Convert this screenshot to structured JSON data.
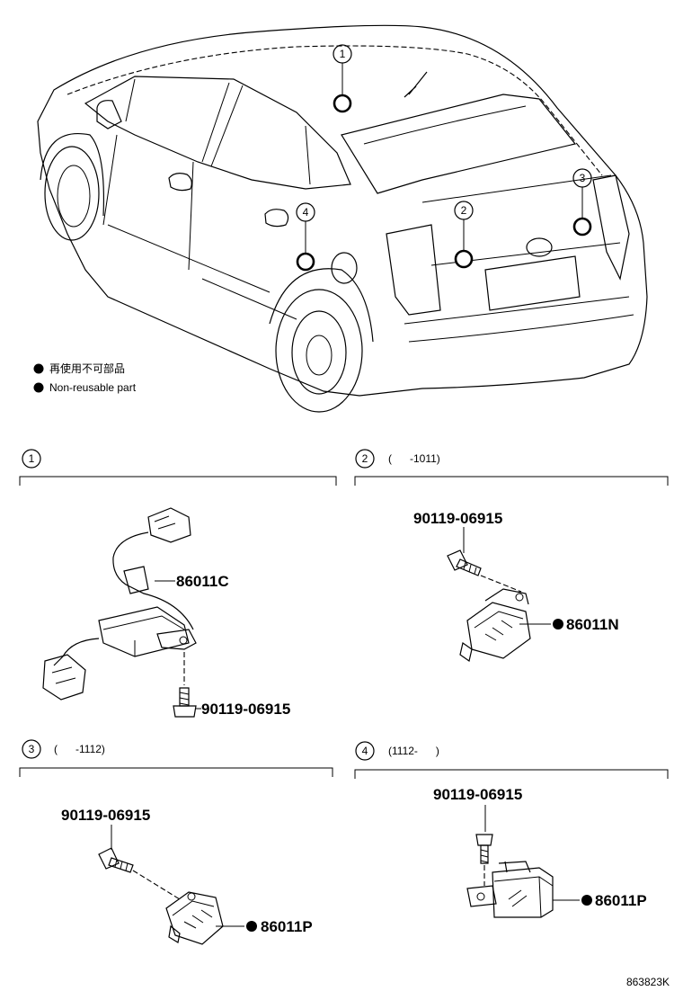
{
  "legend": {
    "items": [
      {
        "jp": "再使用不可部品",
        "en": "Non-reusable part"
      }
    ]
  },
  "callouts": [
    "1",
    "2",
    "3",
    "4"
  ],
  "sections": [
    {
      "index": "1",
      "note": ""
    },
    {
      "index": "2",
      "note": "(      -1011)"
    },
    {
      "index": "3",
      "note": "(      -1112)"
    },
    {
      "index": "4",
      "note": "(1112-      )"
    }
  ],
  "parts": {
    "s1_sensor": "86011C",
    "s1_bolt": "90119-06915",
    "s2_bolt": "90119-06915",
    "s2_sensor": "86011N",
    "s3_bolt": "90119-06915",
    "s3_sensor": "86011P",
    "s4_bolt": "90119-06915",
    "s4_sensor": "86011P"
  },
  "figure_id": "863823K"
}
